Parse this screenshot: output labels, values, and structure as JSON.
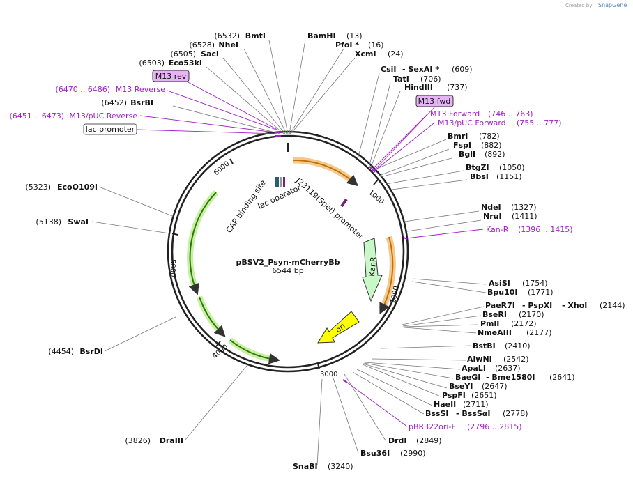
{
  "credit": {
    "text": "Created by",
    "brand": "SnapGene"
  },
  "plasmid": {
    "name": "pBSV2_Psyn-mCherryBb",
    "length": "6544 bp"
  },
  "ticks": [
    "1000",
    "2000",
    "3000",
    "4000",
    "5000",
    "6000"
  ],
  "enzymes": [
    {
      "name": "BmtI",
      "pos": "(6532)"
    },
    {
      "name": "NheI",
      "pos": "(6528)"
    },
    {
      "name": "SacI",
      "pos": "(6505)"
    },
    {
      "name": "Eco53kI",
      "pos": "(6503)"
    },
    {
      "name": "BsrBI",
      "pos": "(6452)"
    },
    {
      "name": "BamHI",
      "pos": "(13)"
    },
    {
      "name": "PfoI *",
      "pos": "(16)"
    },
    {
      "name": "XcmI",
      "pos": "(24)"
    },
    {
      "name": "CsiI",
      "name2": "SexAI *",
      "pos": "(609)"
    },
    {
      "name": "TatI",
      "pos": "(706)"
    },
    {
      "name": "HindIII",
      "pos": "(737)"
    },
    {
      "name": "BmrI",
      "pos": "(782)"
    },
    {
      "name": "FspI",
      "pos": "(882)"
    },
    {
      "name": "BglI",
      "pos": "(892)"
    },
    {
      "name": "BtgZI",
      "pos": "(1050)"
    },
    {
      "name": "BbsI",
      "pos": "(1151)"
    },
    {
      "name": "NdeI",
      "pos": "(1327)"
    },
    {
      "name": "NruI",
      "pos": "(1411)"
    },
    {
      "name": "AsiSI",
      "pos": "(1754)"
    },
    {
      "name": "Bpu10I",
      "pos": "(1771)"
    },
    {
      "name": "PaeR7I",
      "name2": "PspXI",
      "name3": "XhoI",
      "pos": "(2144)"
    },
    {
      "name": "BseRI",
      "pos": "(2170)"
    },
    {
      "name": "PmlI",
      "pos": "(2172)"
    },
    {
      "name": "NmeAIII",
      "pos": "(2177)"
    },
    {
      "name": "BstBI",
      "pos": "(2410)"
    },
    {
      "name": "AlwNI",
      "pos": "(2542)"
    },
    {
      "name": "ApaLI",
      "pos": "(2637)"
    },
    {
      "name": "BaeGI",
      "name2": "Bme1580I",
      "pos": "(2641)"
    },
    {
      "name": "BseYI",
      "pos": "(2647)"
    },
    {
      "name": "PspFI",
      "pos": "(2651)"
    },
    {
      "name": "HaeII",
      "pos": "(2711)"
    },
    {
      "name": "BssSI",
      "name2": "BssSαI",
      "pos": "(2778)"
    },
    {
      "name": "DrdI",
      "pos": "(2849)"
    },
    {
      "name": "Bsu36I",
      "pos": "(2990)"
    },
    {
      "name": "SnaBI",
      "pos": "(3240)"
    },
    {
      "name": "DraIII",
      "pos": "(3826)"
    },
    {
      "name": "BsrDI",
      "pos": "(4454)"
    },
    {
      "name": "SwaI",
      "pos": "(5138)"
    },
    {
      "name": "EcoO109I",
      "pos": "(5323)"
    }
  ],
  "primers": [
    {
      "name": "M13 Reverse",
      "range": "(6470 .. 6486)"
    },
    {
      "name": "M13/pUC Reverse",
      "range": "(6451 .. 6473)"
    },
    {
      "name": "M13 Forward",
      "range": "(746 .. 763)"
    },
    {
      "name": "M13/pUC Forward",
      "range": "(755 .. 777)"
    },
    {
      "name": "Kan-R",
      "range": "(1396 .. 1415)"
    },
    {
      "name": "pBR322ori-F",
      "range": "(2796 .. 2815)"
    }
  ],
  "boxed": {
    "m13rev": "M13 rev",
    "m13fwd": "M13 fwd",
    "lacpromoter": "lac promoter"
  },
  "features": {
    "cap": "CAP binding site",
    "lacop": "lac operator",
    "j23119": "J23119(SpeI) promoter",
    "kanr": "KanR",
    "ori": "ori"
  },
  "colors": {
    "backbone": "#222222",
    "primer": "#a020c8",
    "orange_feature": "#f0a030",
    "green_feature": "#90dd50",
    "kanr_fill": "#c8f7c8",
    "ori_fill": "#ffff00",
    "box_fill": "#e6b3f5"
  }
}
